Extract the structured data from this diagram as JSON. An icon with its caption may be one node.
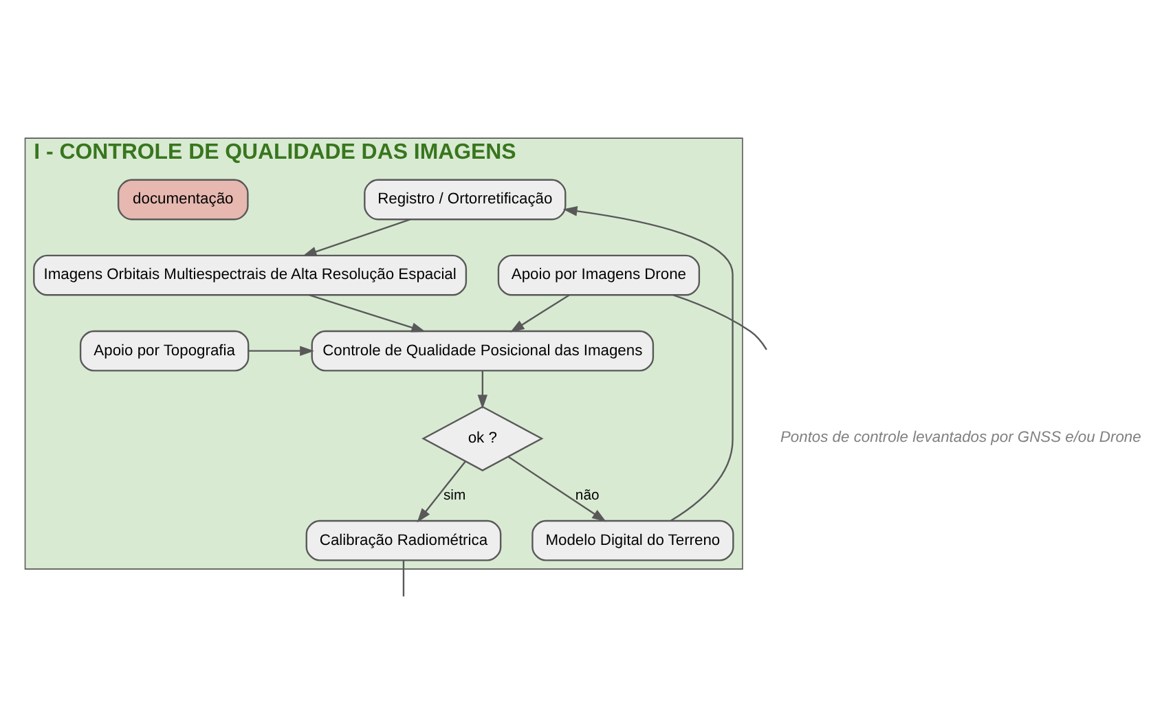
{
  "diagram": {
    "nodes": [
      {
        "text": [
          "I - CONTROLE DE QUALIDADE DAS IMAGENS"
        ]
      },
      {
        "text": [
          "Registro / Ortorretificação"
        ],
        "in": 0
      },
      {
        "text": [
          "Imagens Orbitais Multiespectrais de Alta Resolução Espacial"
        ],
        "in": 0
      },
      {
        "text": [
          "Modelo Digital do Terreno"
        ],
        "in": 0
      },
      {
        "text": [
          "Apoio por Topografia"
        ],
        "in": 0
      },
      {
        "text": [
          "Controle de Qualidade Posicional das Imagens"
        ],
        "in": 0
      },
      {
        "text": [
          "Apoio por Imagens Drone"
        ],
        "in": 0
      },
      {
        "text": [
          "ok ?"
        ],
        "in": 0
      },
      {
        "text": [
          "Calibração Radiométrica"
        ],
        "in": 0
      },
      {
        "text": [
          "documentação"
        ],
        "in": 0
      }
    ],
    "edges": [
      {
        "from": 1,
        "to": 2,
        "arrow": "to"
      },
      {
        "from": 2,
        "to": 5,
        "arrow": "to"
      },
      {
        "from": 3,
        "to": 1,
        "arrow": "to"
      },
      {
        "from": 4,
        "to": 5,
        "arrow": "to"
      },
      {
        "from": 6,
        "to": 5,
        "arrow": "to"
      },
      {
        "from": 5,
        "to": 7,
        "arrow": "to"
      },
      {
        "from": 7,
        "to": 8,
        "label": "sim",
        "arrow": "to"
      },
      {
        "from": 7,
        "to": 3,
        "label": "não",
        "arrow": "to"
      },
      {
        "from": 6,
        "to": null,
        "arrow": "none"
      },
      {
        "from": 8,
        "to": null,
        "arrow": "none"
      }
    ],
    "labels": [
      "Pontos de controle levantados por GNSS e/ou Drone"
    ]
  }
}
